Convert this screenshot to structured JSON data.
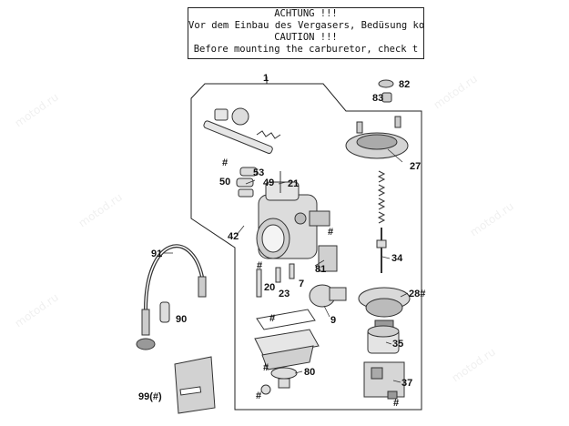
{
  "notice": {
    "line1": "ACHTUNG !!!",
    "line2": "Vor dem Einbau des Vergasers, Bedüsung ko",
    "line3": "CAUTION !!!",
    "line4": "Before mounting the carburetor, check t"
  },
  "watermark": "motod.ru",
  "callouts": {
    "c1": "1",
    "c82": "82",
    "c83": "83",
    "c27": "27",
    "c53": "53",
    "c49": "49",
    "c50": "50",
    "c21": "21",
    "c42": "42",
    "c81": "81",
    "c34": "34",
    "c91": "91",
    "c20": "20",
    "c23": "23",
    "c7": "7",
    "c28": "28#",
    "c9": "9",
    "c90": "90",
    "c35": "35",
    "c80": "80",
    "c37": "37",
    "c99": "99(#)",
    "hash": "#"
  }
}
